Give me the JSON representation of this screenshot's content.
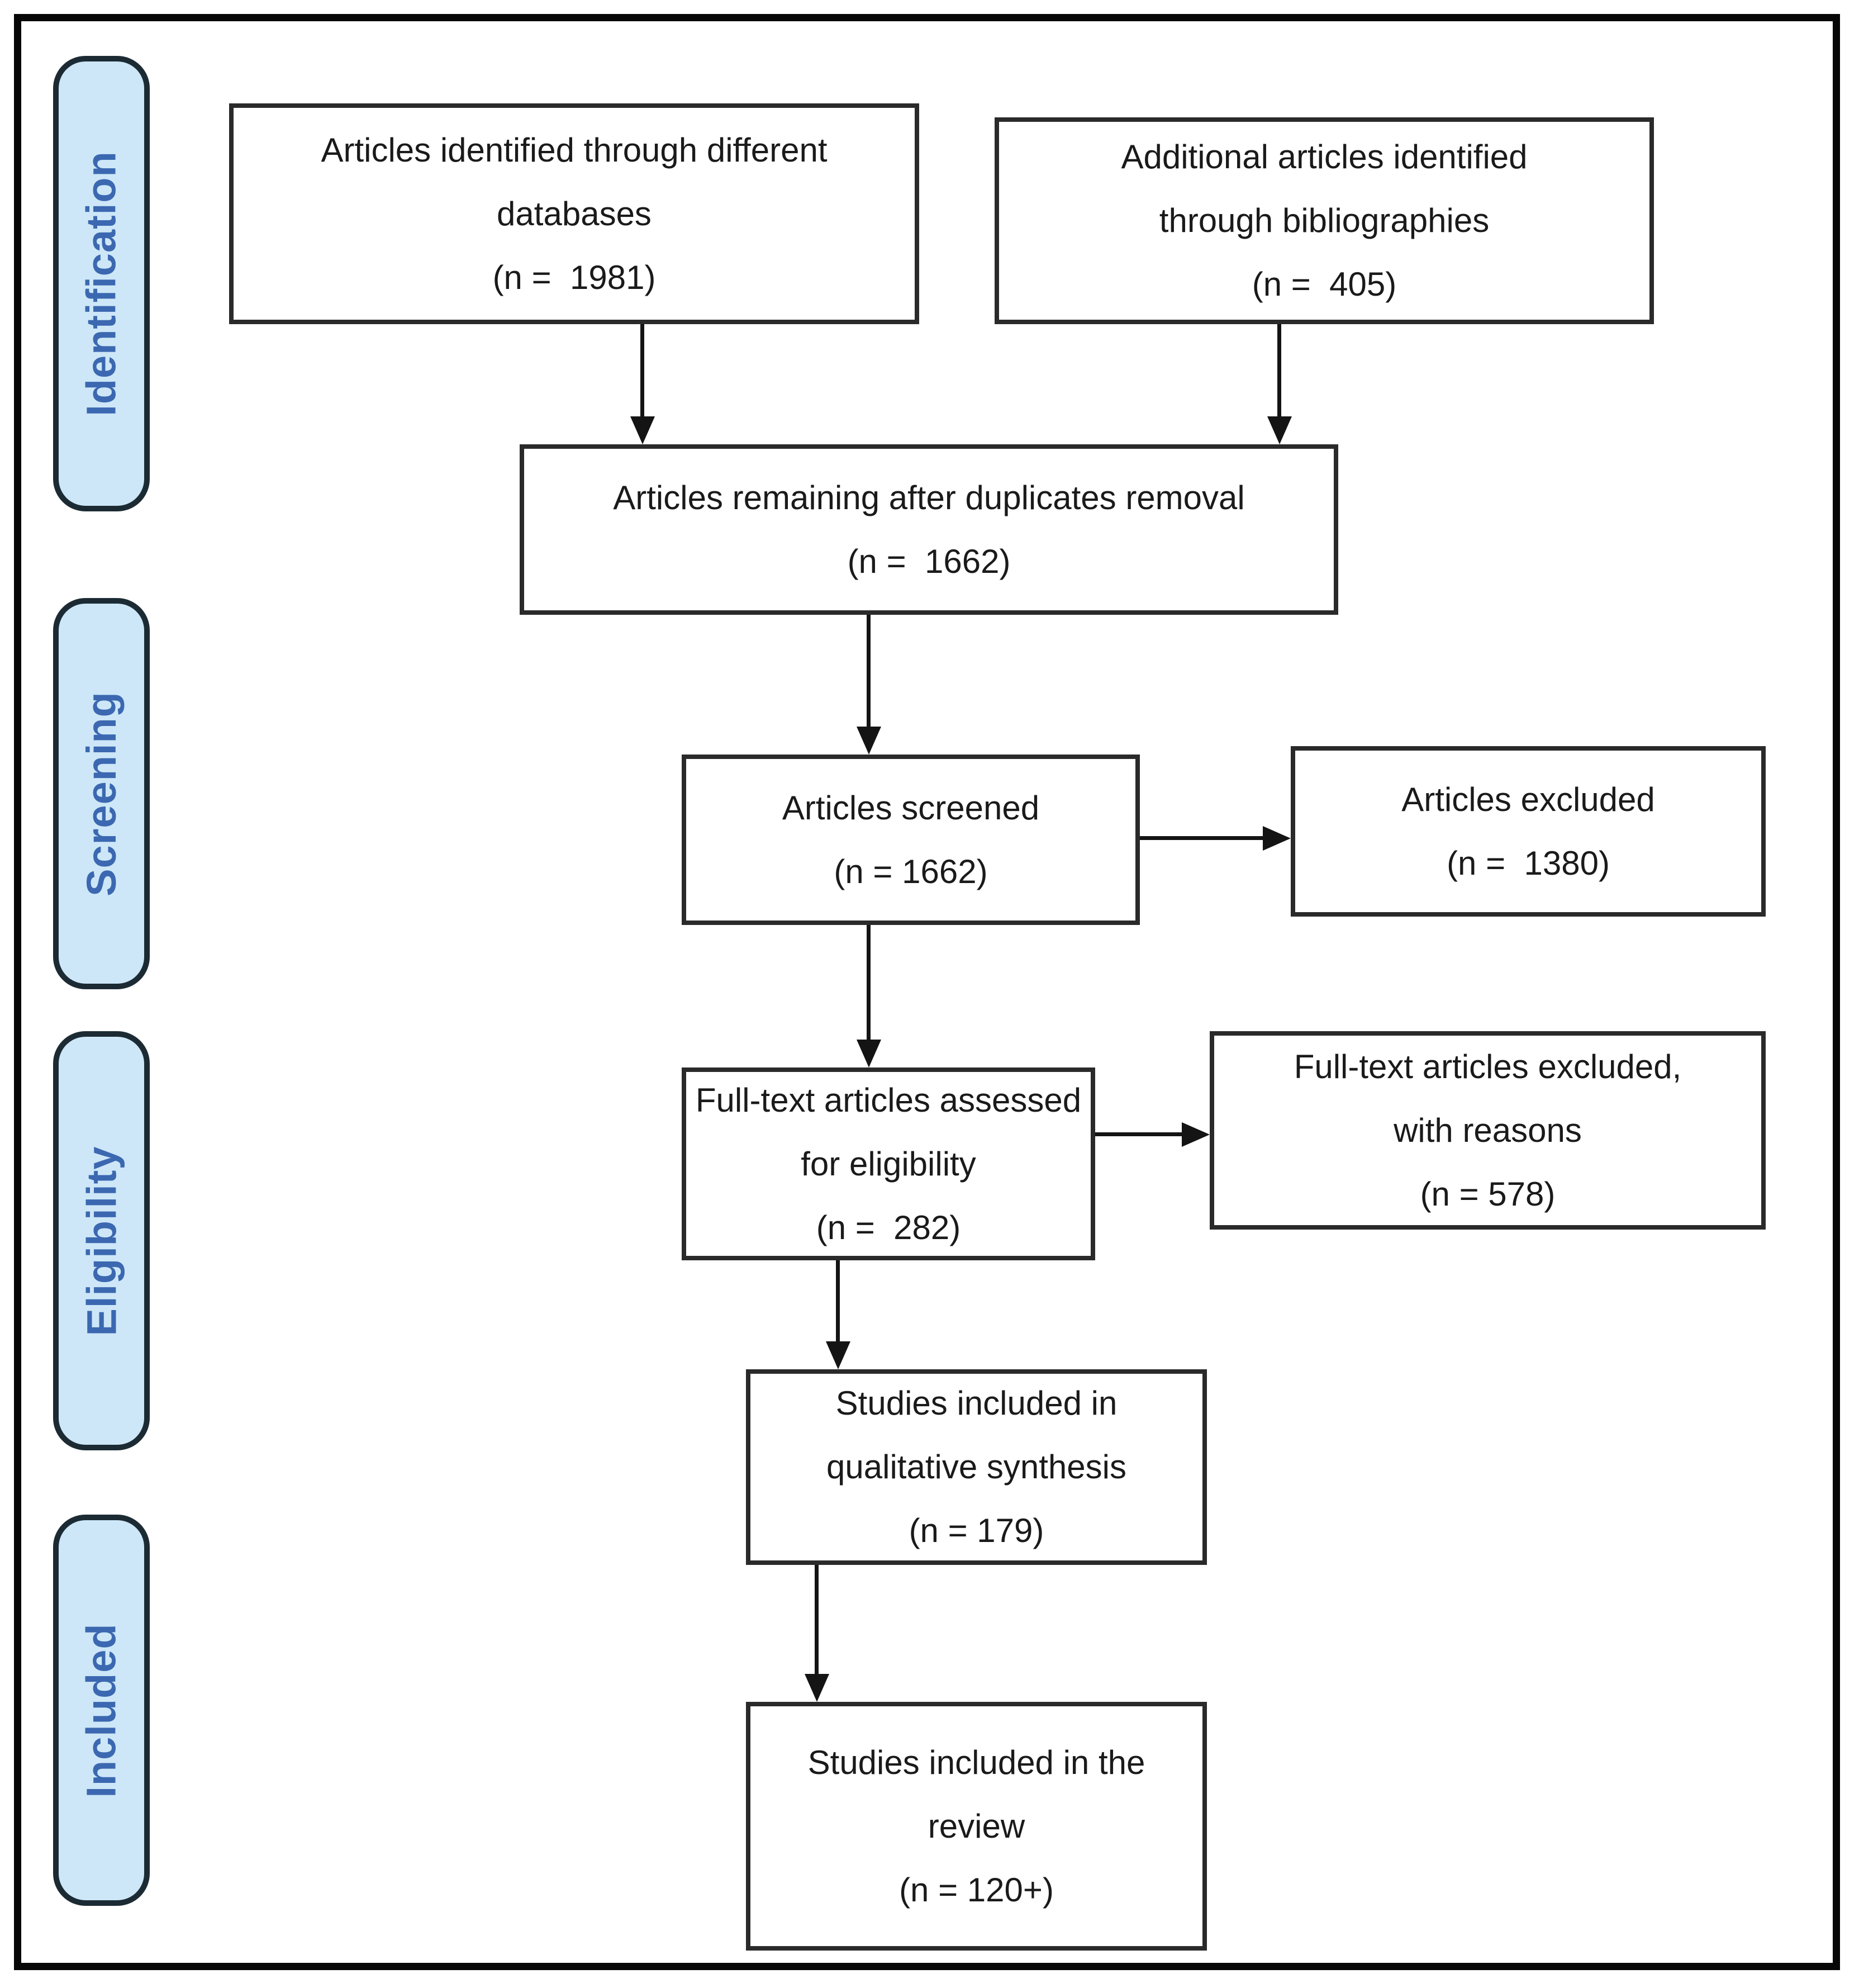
{
  "sidebar": {
    "items": [
      {
        "label": "Identification"
      },
      {
        "label": "Screening"
      },
      {
        "label": "Eligibility"
      },
      {
        "label": "Included"
      }
    ]
  },
  "boxes": {
    "identified": {
      "text": "Articles identified through different\ndatabases\n(n =  1981)",
      "n": "1981"
    },
    "additional": {
      "text": "Additional articles identified\nthrough bibliographies\n(n =  405)",
      "n": "405"
    },
    "deduplicated": {
      "text": "Articles remaining after duplicates removal\n(n =  1662)",
      "n": "1662"
    },
    "screened": {
      "text": "Articles screened\n(n = 1662)",
      "n": "1662"
    },
    "excluded": {
      "text": "Articles excluded\n(n =  1380)",
      "n": "1380"
    },
    "fulltext_assessed": {
      "text": "Full-text articles assessed\nfor eligibility\n(n =  282)",
      "n": "282"
    },
    "fulltext_excluded": {
      "text": "Full-text articles excluded,\nwith reasons\n(n = 578)",
      "n": "578"
    },
    "qualitative": {
      "text": "Studies included in\nqualitative synthesis\n(n = 179)",
      "n": "179"
    },
    "review": {
      "text": "Studies included in the\nreview\n(n = 120+)",
      "n": "120+"
    }
  },
  "colors": {
    "stage_fill": "#cde7f8",
    "stage_border": "#1c2b33",
    "stage_text": "#3b68b0",
    "box_border": "#2a2a2a",
    "box_text": "#1a1a1a",
    "arrow": "#141414",
    "frame": "#070707",
    "background": "#ffffff"
  }
}
